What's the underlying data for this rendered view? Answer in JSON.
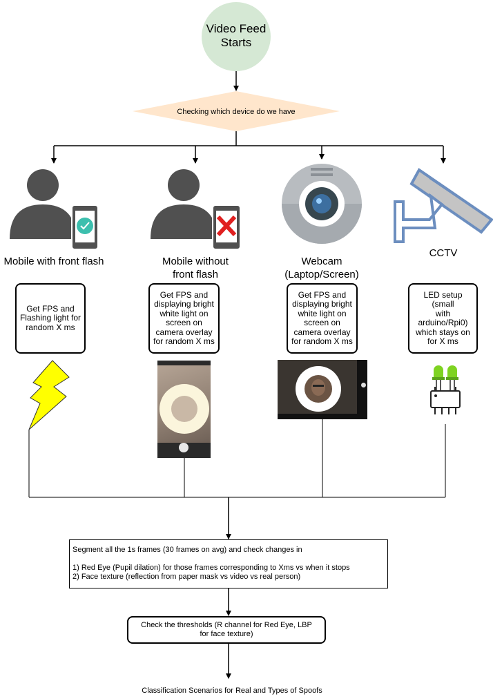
{
  "start": {
    "text_line1": "Video Feed",
    "text_line2": "Starts",
    "fill": "#d5e8d4"
  },
  "decision": {
    "text": "Checking which device do we have",
    "fill": "#ffe6cc"
  },
  "devices": [
    {
      "label": "Mobile with front flash",
      "status": "check",
      "step_lines": [
        "Get FPS and",
        "Flashing light for",
        "random X ms"
      ],
      "stimulus": "lightning-bolt"
    },
    {
      "label_line1": "Mobile without",
      "label_line2": "front flash",
      "status": "cross",
      "step_lines": [
        "Get FPS and",
        "displaying bright",
        "white light on",
        "screen on",
        "camera overlay",
        "for random X ms"
      ],
      "stimulus": "phone-screen-ring-light"
    },
    {
      "label_line1": "Webcam",
      "label_line2": "(Laptop/Screen)",
      "step_lines": [
        "Get FPS and",
        "displaying bright",
        "white light on",
        "screen on",
        "camera overlay",
        "for random X ms"
      ],
      "stimulus": "laptop-screen-ring-light"
    },
    {
      "label": "CCTV",
      "step_lines": [
        "LED setup (small",
        "with",
        "arduino/Rpi0)",
        "which stays on",
        "for X ms"
      ],
      "stimulus": "green-led-chip"
    }
  ],
  "segment": {
    "line1": "Segment all the 1s frames (30 frames on avg) and check changes in",
    "item1": "1) Red Eye (Pupil dilation) for those frames corresponding to Xms vs when it stops",
    "item2": "2) Face texture (reflection from paper mask vs video vs real person)"
  },
  "thresholds": {
    "line1": "Check the thresholds (R channel for Red Eye, LBP",
    "line2": "for face texture)"
  },
  "result": "Classification Scenarios for Real and Types of Spoofs",
  "colors": {
    "bolt": "#ffff00",
    "webcam_body": "#b8bcc0",
    "cctv": "#6c8ebf",
    "check": "#3cbfae",
    "cross": "#e02020",
    "person": "#505050",
    "led": "#7ed321"
  }
}
